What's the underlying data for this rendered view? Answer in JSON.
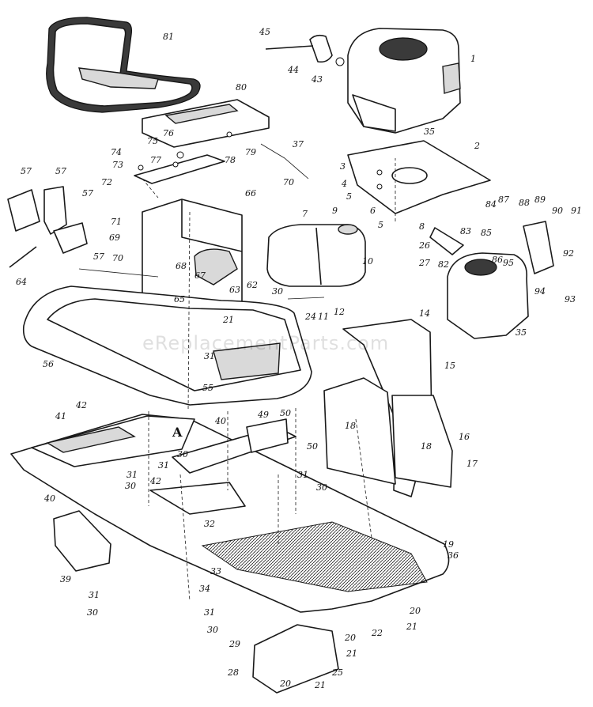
{
  "watermark": "eReplacementParts.com",
  "callouts": [
    {
      "id": "c1",
      "text": "1"
    },
    {
      "id": "c2",
      "text": "2"
    },
    {
      "id": "c3",
      "text": "3"
    },
    {
      "id": "c4",
      "text": "4"
    },
    {
      "id": "c5a",
      "text": "5"
    },
    {
      "id": "c5b",
      "text": "5"
    },
    {
      "id": "c6",
      "text": "6"
    },
    {
      "id": "c7",
      "text": "7"
    },
    {
      "id": "c8",
      "text": "8"
    },
    {
      "id": "c9",
      "text": "9"
    },
    {
      "id": "c10",
      "text": "10"
    },
    {
      "id": "c11",
      "text": "11"
    },
    {
      "id": "c12",
      "text": "12"
    },
    {
      "id": "c14",
      "text": "14"
    },
    {
      "id": "c15",
      "text": "15"
    },
    {
      "id": "c16",
      "text": "16"
    },
    {
      "id": "c17",
      "text": "17"
    },
    {
      "id": "c18a",
      "text": "18"
    },
    {
      "id": "c18b",
      "text": "18"
    },
    {
      "id": "c19",
      "text": "19"
    },
    {
      "id": "c20a",
      "text": "20"
    },
    {
      "id": "c20b",
      "text": "20"
    },
    {
      "id": "c20c",
      "text": "20"
    },
    {
      "id": "c21a",
      "text": "21"
    },
    {
      "id": "c21b",
      "text": "21"
    },
    {
      "id": "c21c",
      "text": "21"
    },
    {
      "id": "c21d",
      "text": "21"
    },
    {
      "id": "c22",
      "text": "22"
    },
    {
      "id": "c24",
      "text": "24"
    },
    {
      "id": "c25",
      "text": "25"
    },
    {
      "id": "c26",
      "text": "26"
    },
    {
      "id": "c27",
      "text": "27"
    },
    {
      "id": "c28",
      "text": "28"
    },
    {
      "id": "c29",
      "text": "29"
    },
    {
      "id": "c30a",
      "text": "30"
    },
    {
      "id": "c30b",
      "text": "30"
    },
    {
      "id": "c30c",
      "text": "30"
    },
    {
      "id": "c30d",
      "text": "30"
    },
    {
      "id": "c30e",
      "text": "30"
    },
    {
      "id": "c30f",
      "text": "30"
    },
    {
      "id": "c31a",
      "text": "31"
    },
    {
      "id": "c31b",
      "text": "31"
    },
    {
      "id": "c31c",
      "text": "31"
    },
    {
      "id": "c31d",
      "text": "31"
    },
    {
      "id": "c31e",
      "text": "31"
    },
    {
      "id": "c31f",
      "text": "31"
    },
    {
      "id": "c32",
      "text": "32"
    },
    {
      "id": "c33",
      "text": "33"
    },
    {
      "id": "c34",
      "text": "34"
    },
    {
      "id": "c35a",
      "text": "35"
    },
    {
      "id": "c35b",
      "text": "35"
    },
    {
      "id": "c36",
      "text": "36"
    },
    {
      "id": "c37",
      "text": "37"
    },
    {
      "id": "c39",
      "text": "39"
    },
    {
      "id": "c40a",
      "text": "40"
    },
    {
      "id": "c40b",
      "text": "40"
    },
    {
      "id": "c41",
      "text": "41"
    },
    {
      "id": "c42a",
      "text": "42"
    },
    {
      "id": "c42b",
      "text": "42"
    },
    {
      "id": "c43",
      "text": "43"
    },
    {
      "id": "c44",
      "text": "44"
    },
    {
      "id": "c45",
      "text": "45"
    },
    {
      "id": "c49",
      "text": "49"
    },
    {
      "id": "c50a",
      "text": "50"
    },
    {
      "id": "c50b",
      "text": "50"
    },
    {
      "id": "c55",
      "text": "55"
    },
    {
      "id": "c56",
      "text": "56"
    },
    {
      "id": "c57a",
      "text": "57"
    },
    {
      "id": "c57b",
      "text": "57"
    },
    {
      "id": "c57c",
      "text": "57"
    },
    {
      "id": "c57d",
      "text": "57"
    },
    {
      "id": "c62",
      "text": "62"
    },
    {
      "id": "c63",
      "text": "63"
    },
    {
      "id": "c64",
      "text": "64"
    },
    {
      "id": "c65",
      "text": "65"
    },
    {
      "id": "c66",
      "text": "66"
    },
    {
      "id": "c67",
      "text": "67"
    },
    {
      "id": "c68",
      "text": "68"
    },
    {
      "id": "c69",
      "text": "69"
    },
    {
      "id": "c70a",
      "text": "70"
    },
    {
      "id": "c70b",
      "text": "70"
    },
    {
      "id": "c71",
      "text": "71"
    },
    {
      "id": "c72",
      "text": "72"
    },
    {
      "id": "c73",
      "text": "73"
    },
    {
      "id": "c74",
      "text": "74"
    },
    {
      "id": "c75",
      "text": "75"
    },
    {
      "id": "c76",
      "text": "76"
    },
    {
      "id": "c77",
      "text": "77"
    },
    {
      "id": "c78",
      "text": "78"
    },
    {
      "id": "c79",
      "text": "79"
    },
    {
      "id": "c80",
      "text": "80"
    },
    {
      "id": "c81",
      "text": "81"
    },
    {
      "id": "c82",
      "text": "82"
    },
    {
      "id": "c83",
      "text": "83"
    },
    {
      "id": "c84",
      "text": "84"
    },
    {
      "id": "c85",
      "text": "85"
    },
    {
      "id": "c86",
      "text": "86"
    },
    {
      "id": "c87",
      "text": "87"
    },
    {
      "id": "c88",
      "text": "88"
    },
    {
      "id": "c89",
      "text": "89"
    },
    {
      "id": "c90",
      "text": "90"
    },
    {
      "id": "c91",
      "text": "91"
    },
    {
      "id": "c92",
      "text": "92"
    },
    {
      "id": "c93",
      "text": "93"
    },
    {
      "id": "c94",
      "text": "94"
    },
    {
      "id": "c95",
      "text": "95"
    },
    {
      "id": "cA",
      "text": "A"
    }
  ]
}
